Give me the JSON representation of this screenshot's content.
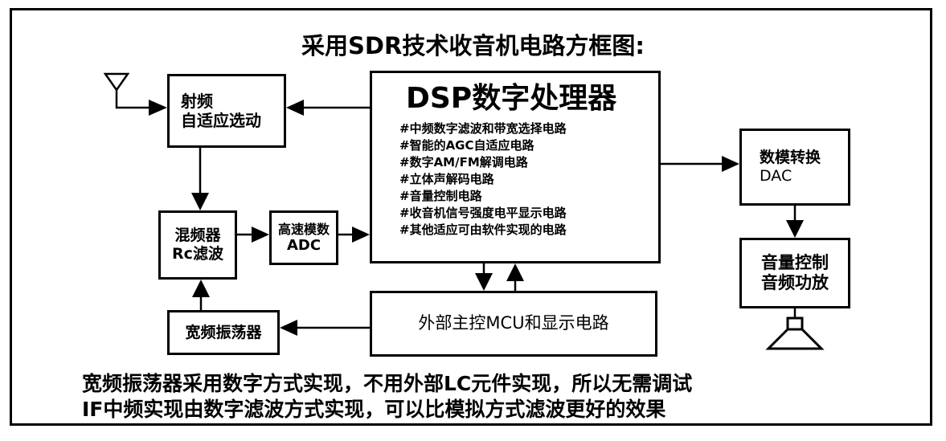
{
  "title": "采用SDR技术收音机电路方框图:",
  "blocks": {
    "rf": {
      "line1": "射频",
      "line2": "自适应选动"
    },
    "mixer": {
      "line1": "混频器",
      "line2": "Rc滤波"
    },
    "adc": {
      "line1": "高速模数",
      "line2": "ADC"
    },
    "wideband_osc": {
      "label": "宽频振荡器"
    },
    "dsp": {
      "title": "DSP数字处理器",
      "items": [
        "#中频数字滤波和带宽选择电路",
        "#智能的AGC自适应电路",
        "#数字AM/FM解调电路",
        "#立体声解码电路",
        "#音量控制电路",
        "#收音机信号强度电平显示电路",
        "#其他适应可由软件实现的电路"
      ]
    },
    "mcu": {
      "label": "外部主控MCU和显示电路"
    },
    "dac": {
      "line1": "数模转换",
      "line2": "DAC"
    },
    "volume_amp": {
      "line1": "音量控制",
      "line2": "音频功放"
    }
  },
  "notes": {
    "line1": "宽频振荡器采用数字方式实现，不用外部LC元件实现，所以无需调试",
    "line2": "IF中频实现由数字滤波方式实现，可以比模拟方式滤波更好的效果"
  }
}
